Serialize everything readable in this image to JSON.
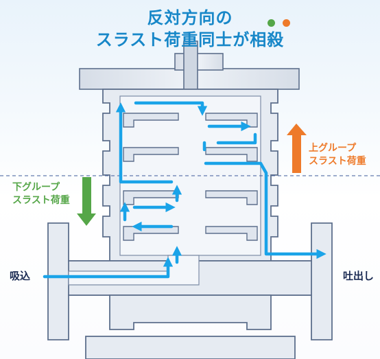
{
  "title": {
    "line1": "反対方向の",
    "line2": "スラスト荷重同士が相殺"
  },
  "labels": {
    "upper_group_line1": "上グループ",
    "upper_group_line2": "スラスト荷重",
    "lower_group_line1": "下グループ",
    "lower_group_line2": "スラスト荷重",
    "suction": "吸込",
    "discharge": "吐出し"
  },
  "colors": {
    "title": "#1787c8",
    "flow_arrow": "#1aa3e8",
    "upper_thrust": "#ee7a2a",
    "lower_thrust": "#55a648",
    "casing_fill": "#e3e8ef",
    "casing_stroke": "#5d6f8c",
    "centerline": "#3c5a9a"
  },
  "icons": {
    "dots": [
      "green-dot-icon",
      "orange-dot-icon"
    ]
  }
}
